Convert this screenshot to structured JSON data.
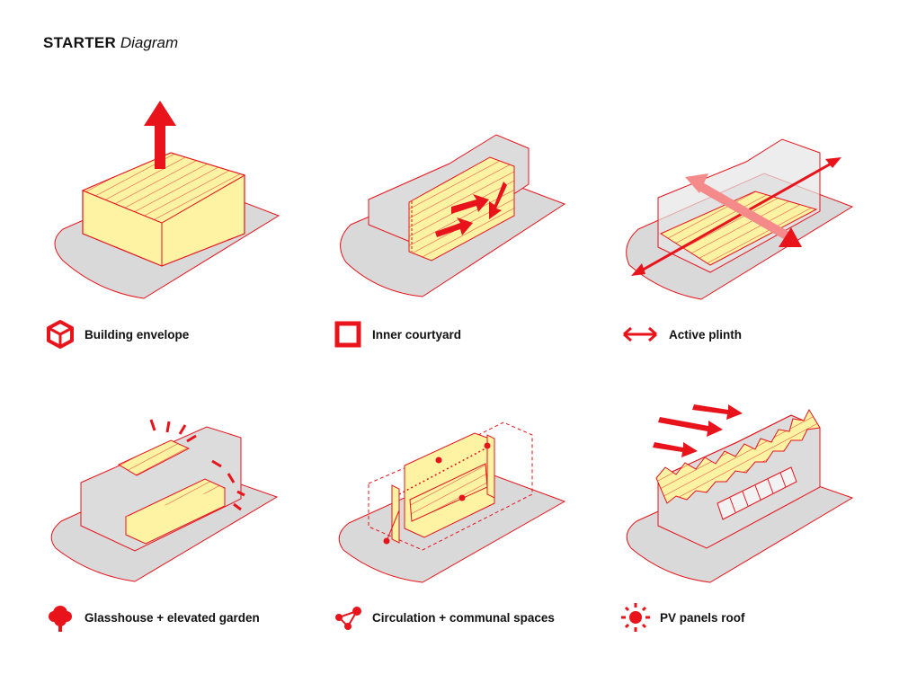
{
  "title": {
    "bold": "STARTER",
    "italic": "Diagram"
  },
  "panels": [
    {
      "label": "Building envelope",
      "icon": "cube-icon"
    },
    {
      "label": "Inner courtyard",
      "icon": "square-outline-icon"
    },
    {
      "label": "Active plinth",
      "icon": "double-arrow-icon"
    },
    {
      "label": "Glasshouse + elevated garden",
      "icon": "tree-icon"
    },
    {
      "label": "Circulation + communal spaces",
      "icon": "network-nodes-icon"
    },
    {
      "label": "PV panels roof",
      "icon": "sun-icon"
    }
  ],
  "colors": {
    "accent": "#e8131b",
    "volume_fill": "#fdf3a3",
    "site_fill": "#d9d9d9",
    "mass_fill": "#dcdcdc"
  }
}
